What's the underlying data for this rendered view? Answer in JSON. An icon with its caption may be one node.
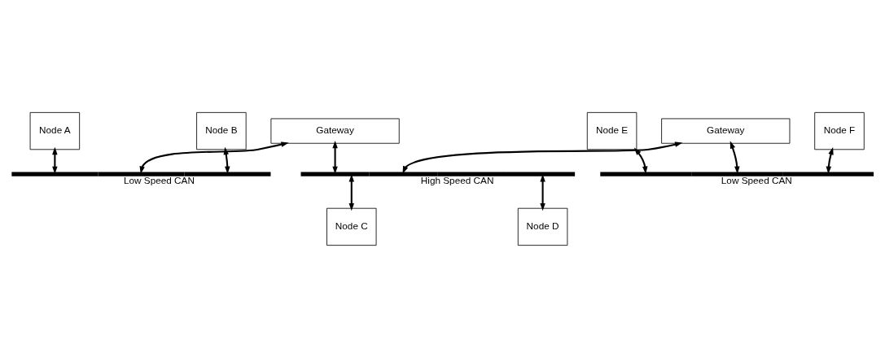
{
  "diagram": {
    "nodes": [
      {
        "text": [
          "Gateway"
        ]
      },
      {
        "text": [
          "Gateway"
        ]
      },
      {
        "text": [
          "Node A"
        ]
      },
      {
        "text": [
          "Node B"
        ]
      },
      {
        "text": [
          "Node E"
        ]
      },
      {
        "text": [
          "Node F"
        ]
      },
      {
        "text": [],
        "shape": "bar",
        "beside": [
          "Low Speed CAN"
        ]
      },
      {
        "text": [],
        "shape": "bar",
        "beside": [
          "High Speed CAN"
        ]
      },
      {
        "text": [],
        "shape": "bar",
        "beside": [
          "Low Speed CAN"
        ]
      },
      {
        "text": [
          "Node C"
        ]
      },
      {
        "text": [
          "Node D"
        ]
      }
    ],
    "edges": [
      {
        "from": 2,
        "to": 6,
        "arrow": "both"
      },
      {
        "from": 0,
        "to": 6,
        "arrow": "both"
      },
      {
        "from": 3,
        "to": 6,
        "arrow": "both"
      },
      {
        "from": 0,
        "to": 7,
        "arrow": "both"
      },
      {
        "from": 1,
        "to": 7,
        "arrow": "both"
      },
      {
        "from": 4,
        "to": 8,
        "arrow": "both"
      },
      {
        "from": 1,
        "to": 8,
        "arrow": "both"
      },
      {
        "from": 5,
        "to": 8,
        "arrow": "both"
      },
      {
        "from": 7,
        "to": 9,
        "arrow": "both"
      },
      {
        "from": 7,
        "to": 10,
        "arrow": "both"
      }
    ]
  }
}
